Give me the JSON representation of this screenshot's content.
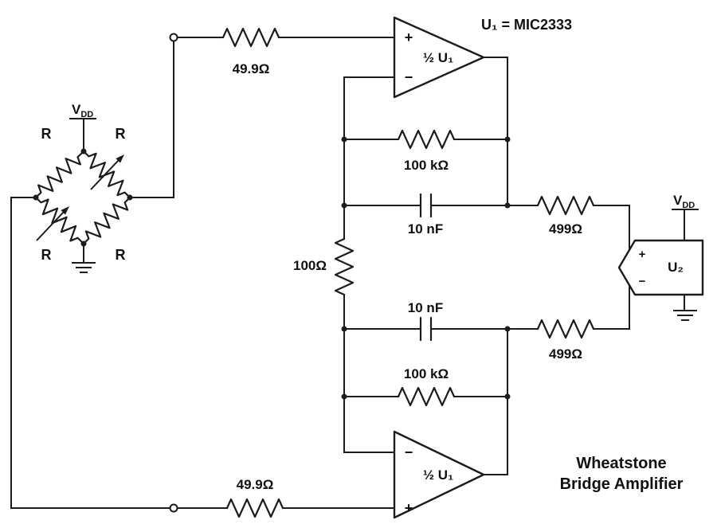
{
  "diagram": {
    "caption_line1": "Wheatstone",
    "caption_line2": "Bridge Amplifier",
    "part_note": "U₁ = MIC2333"
  },
  "bridge": {
    "supply_base": "V",
    "supply_sub": "DD",
    "r_top_left": "R",
    "r_top_right": "R",
    "r_bottom_left": "R",
    "r_bottom_right": "R"
  },
  "amplifiers": {
    "top": {
      "label": "½ U₁",
      "plus": "+",
      "minus": "−"
    },
    "bottom": {
      "label": "½ U₁",
      "plus": "+",
      "minus": "−"
    },
    "u2": {
      "label": "U₂",
      "plus": "+",
      "minus": "−",
      "supply_base": "V",
      "supply_sub": "DD"
    }
  },
  "components": {
    "r_input_top": "49.9Ω",
    "r_input_bottom": "49.9Ω",
    "r_feedback_top": "100 kΩ",
    "r_feedback_bottom": "100 kΩ",
    "c_filter_top": "10 nF",
    "c_filter_bottom": "10 nF",
    "r_gain": "100Ω",
    "r_output_top": "499Ω",
    "r_output_bottom": "499Ω"
  }
}
